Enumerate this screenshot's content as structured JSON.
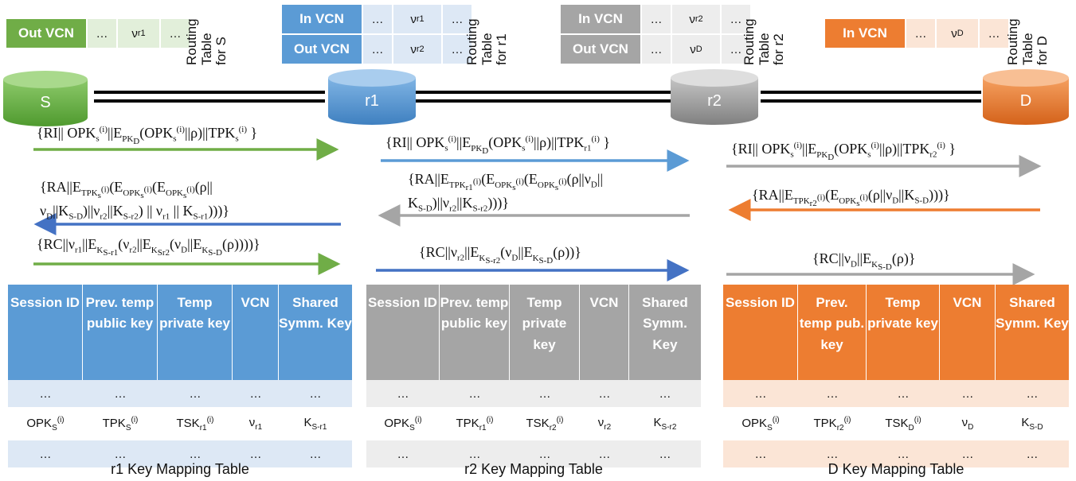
{
  "routing_tables": [
    {
      "id": "S",
      "title": "Routing\nTable\nfor S",
      "rows": [
        {
          "label": "Out VCN",
          "cells": [
            "…",
            "νr1",
            "…"
          ]
        }
      ]
    },
    {
      "id": "r1",
      "title": "Routing\nTable\nfor r1",
      "rows": [
        {
          "label": "In VCN",
          "cells": [
            "…",
            "νr1",
            "…"
          ]
        },
        {
          "label": "Out VCN",
          "cells": [
            "…",
            "νr2",
            "…"
          ]
        }
      ]
    },
    {
      "id": "r2",
      "title": "Routing\nTable\nfor r2",
      "rows": [
        {
          "label": "In VCN",
          "cells": [
            "…",
            "νr2",
            "…"
          ]
        },
        {
          "label": "Out VCN",
          "cells": [
            "…",
            "νD",
            "…"
          ]
        }
      ]
    },
    {
      "id": "D",
      "title": "Routing\nTable\nfor D",
      "rows": [
        {
          "label": "In VCN",
          "cells": [
            "…",
            "νD",
            "…"
          ]
        }
      ]
    }
  ],
  "nodes": [
    "S",
    "r1",
    "r2",
    "D"
  ],
  "colors": {
    "green": "#70ad47",
    "blue": "#5b9bd5",
    "darkblue": "#4472c4",
    "gray": "#a5a5a5",
    "orange": "#ed7d31",
    "green_light": "#e2efda",
    "blue_light": "#dde8f5",
    "gray_light": "#ededed",
    "orange_light": "#fbe5d6"
  },
  "messages": {
    "s_ri": "{RI|| OPKs(i)||EPKD(OPKs(i)||ρ)||TPKs(i) }",
    "r1_ri": "{RI|| OPKs(i)||EPKD(OPKs(i)||ρ)||TPKr1(i) }",
    "r2_ri": "{RI|| OPKs(i)||EPKD(OPKs(i)||ρ)||TPKr2(i) }",
    "s_ra": "{RA||ETPKs(i)(EOPKs(i)(EOPKs(i)(ρ|| νD||KS-D)||νr2||KS-r2) || νr1 || KS-r1)))}",
    "r1_ra": "{RA||ETPKr1(i)(EOPKs(i)(EOPKs(i)(ρ||νD|| KS-D)||νr2||KS-r2)))}",
    "r2_ra": "{RA||ETPKr2(i)(EOPKs(i)(ρ||νD||KS-D)))}",
    "s_rc": "{RC||νr1||EKS-r1(νr2||EKSr2(νD||EKS-D(ρ))))}",
    "r1_rc": "{RC||νr2||EKS-r2(νD||EKS-D(ρ))}",
    "r2_rc": "{RC||νD||EKS-D(ρ)}"
  },
  "key_tables": [
    {
      "id": "r1",
      "caption": "r1 Key Mapping Table",
      "headers": [
        "Session ID",
        "Prev. temp public key",
        "Temp private key",
        "VCN",
        "Shared Symm. Key"
      ],
      "ellipsis": "…",
      "row": [
        "OPKS(i)",
        "TPKS(i)",
        "TSKr1(i)",
        "νr1",
        "KS-r1"
      ]
    },
    {
      "id": "r2",
      "caption": "r2 Key Mapping Table",
      "headers": [
        "Session ID",
        "Prev. temp public key",
        "Temp private key",
        "VCN",
        "Shared Symm. Key"
      ],
      "ellipsis": "…",
      "row": [
        "OPKS(i)",
        "TPKr1(i)",
        "TSKr2(i)",
        "νr2",
        "KS-r2"
      ]
    },
    {
      "id": "D",
      "caption": "D Key Mapping Table",
      "headers": [
        "Session ID",
        "Prev. temp pub. key",
        "Temp private key",
        "VCN",
        "Shared Symm. Key"
      ],
      "ellipsis": "…",
      "row": [
        "OPKS(i)",
        "TPKr2(i)",
        "TSKD(i)",
        "νD",
        "KS-D"
      ]
    }
  ]
}
